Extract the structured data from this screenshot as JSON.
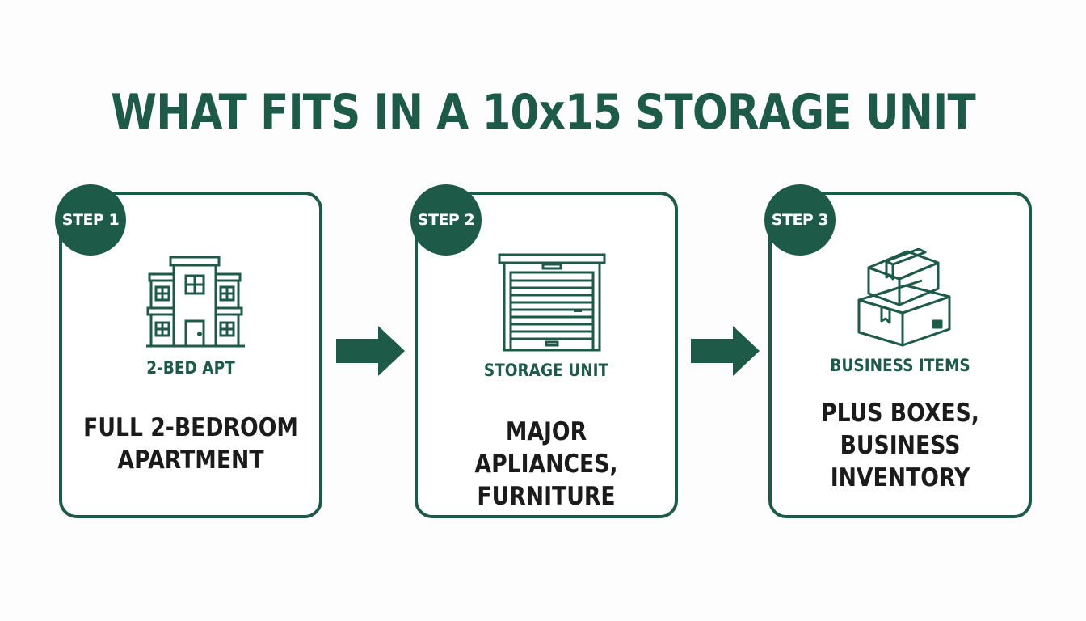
{
  "title": "WHAT FITS IN A 10x15 STORAGE UNIT",
  "colors": {
    "primary": "#1e5a48",
    "text": "#1b1b1b",
    "background": "#fcfdfc"
  },
  "steps": [
    {
      "badge": "STEP 1",
      "icon": "apartment-building-icon",
      "icon_label": "2-BED APT",
      "desc_lines": [
        "FULL 2-BEDROOM",
        "APARTMENT"
      ]
    },
    {
      "badge": "STEP 2",
      "icon": "storage-unit-door-icon",
      "icon_label": "STORAGE UNIT",
      "desc_lines": [
        "MAJOR APLIANCES,",
        "FURNITURE"
      ]
    },
    {
      "badge": "STEP 3",
      "icon": "stacked-boxes-icon",
      "icon_label": "BUSINESS ITEMS",
      "desc_lines": [
        "PLUS BOXES,",
        "BUSINESS",
        "INVENTORY"
      ]
    }
  ]
}
